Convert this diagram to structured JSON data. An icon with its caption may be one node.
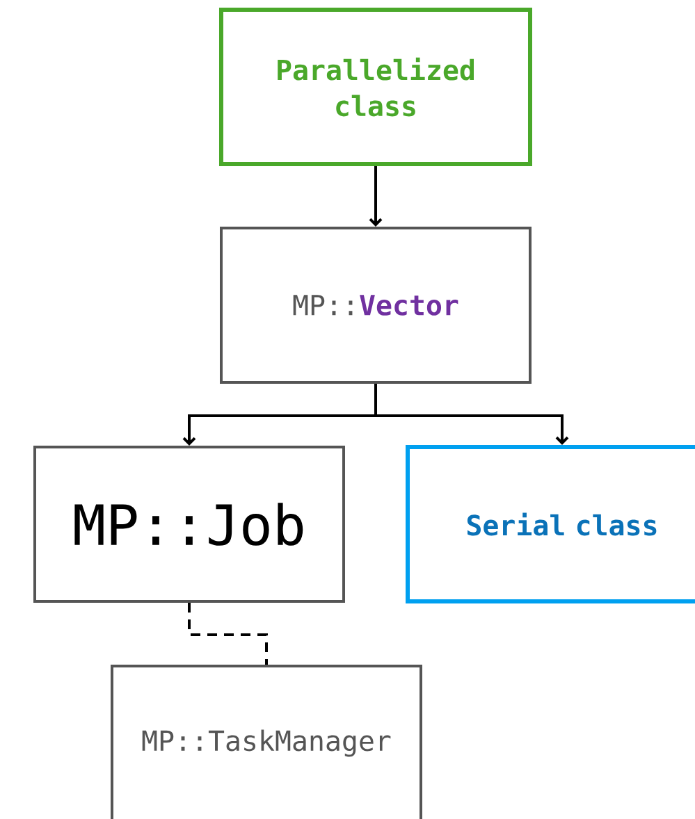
{
  "diagram": {
    "nodes": [
      {
        "text": [
          "Parallelized class"
        ]
      },
      {
        "text": [
          "MP::**Vector**"
        ]
      },
      {
        "text": [
          "MP::Job"
        ]
      },
      {
        "text": [
          "Serial class"
        ]
      },
      {
        "text": [
          "MP::TaskManager"
        ]
      }
    ],
    "edges": [
      {
        "from": 0,
        "to": 1,
        "arrow": "to"
      },
      {
        "from": 1,
        "to": 2,
        "arrow": "to"
      },
      {
        "from": 1,
        "to": 3,
        "arrow": "to"
      },
      {
        "from": 2,
        "to": 4,
        "arrow": "none",
        "style": "dashed"
      }
    ]
  }
}
